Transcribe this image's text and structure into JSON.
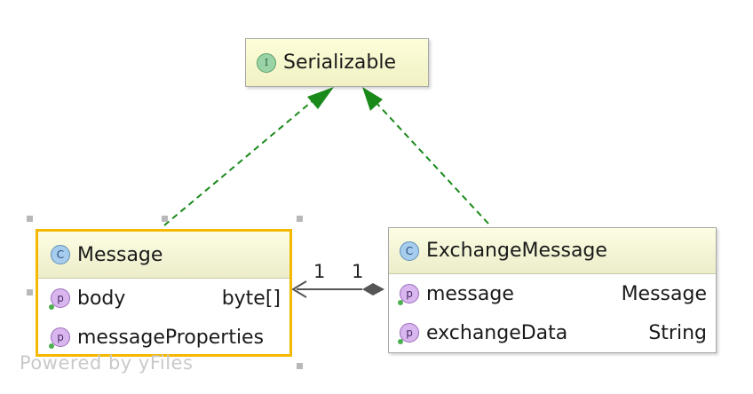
{
  "interface": {
    "badge": "I",
    "name": "Serializable"
  },
  "classes": {
    "message": {
      "badge": "C",
      "name": "Message",
      "fields": [
        {
          "badge": "p",
          "name": "body",
          "type": "byte[]"
        },
        {
          "badge": "p",
          "name": "messageProperties",
          "type": ""
        }
      ]
    },
    "exchange": {
      "badge": "C",
      "name": "ExchangeMessage",
      "fields": [
        {
          "badge": "p",
          "name": "message",
          "type": "Message"
        },
        {
          "badge": "p",
          "name": "exchangeData",
          "type": "String"
        }
      ]
    }
  },
  "association": {
    "multiplicity_left": "1",
    "multiplicity_right": "1"
  },
  "watermark": "Powered by yFiles",
  "colors": {
    "realization_arrow": "#1a8a1a",
    "selection_border": "#f5b800",
    "composition_diamond": "#555555"
  }
}
